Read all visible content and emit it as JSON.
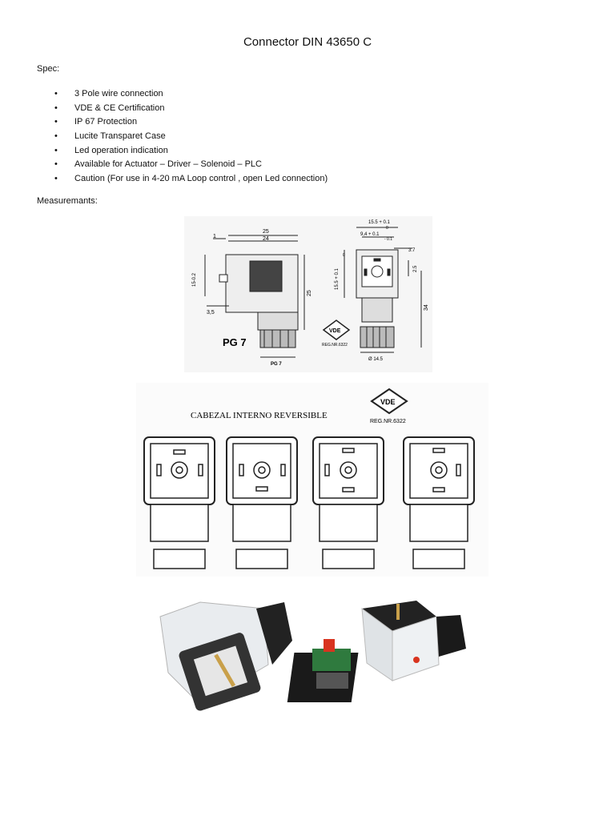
{
  "title": "Connector DIN 43650 C",
  "spec_label": "Spec:",
  "spec_items": [
    "3 Pole wire connection",
    "VDE & CE Certification",
    "IP 67 Protection",
    "Lucite Transparet Case",
    "Led operation indication",
    "Available for Actuator – Driver – Solenoid – PLC",
    "Caution (For use in 4-20 mA Loop control , open Led connection)"
  ],
  "measurements_label": "Measuremants:",
  "drawing": {
    "dim_25": "25",
    "dim_24": "24",
    "dim_1": "1",
    "dim_15_0_2": "15-0.2",
    "dim_3_5": "3,5",
    "dim_side_25": "25",
    "pg7_big": "PG 7",
    "pg7_small": "PG 7",
    "dim_15_5_top": "15.5 + 0.1",
    "dim_15_5_top_tol": "0",
    "dim_9_4": "9,4 + 0.1",
    "dim_9_4_tol": "- 0.1",
    "dim_3_7": "3.7",
    "dim_2_5": "2.5",
    "dim_15_5_side": "15.5 + 0.1",
    "dim_15_5_side_tol": "0",
    "dim_34": "34",
    "dim_d14_5": "Ø 14.5",
    "vde": "VDE",
    "reg": "REG.NR.6322"
  },
  "reversible": {
    "caption": "CABEZAL INTERNO REVERSIBLE",
    "vde": "VDE",
    "reg": "REG.NR.6322"
  }
}
